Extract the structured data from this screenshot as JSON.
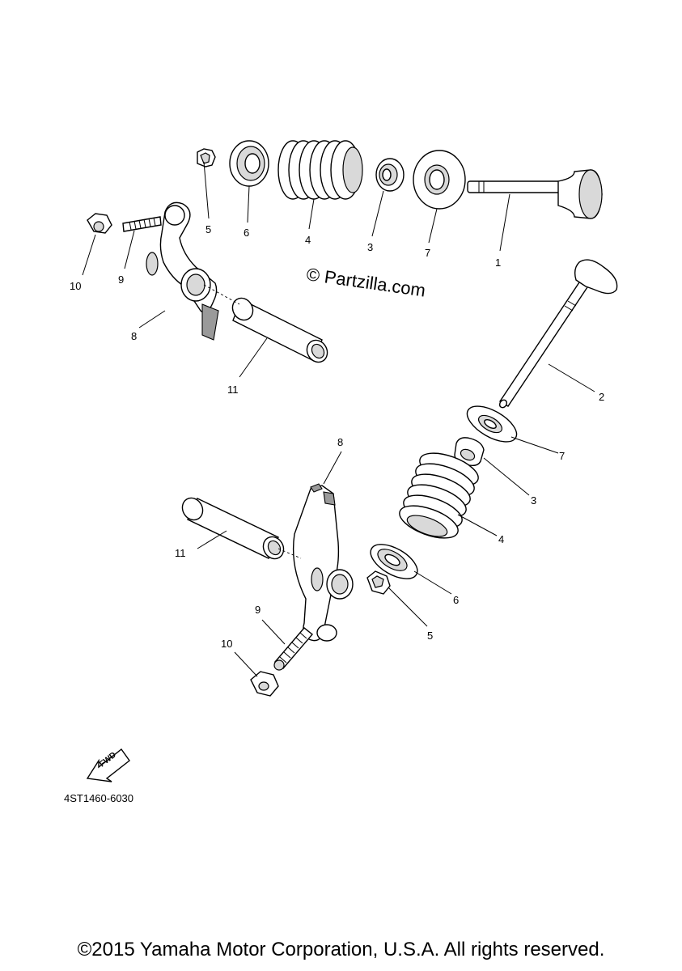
{
  "watermark": "© Partzilla.com",
  "part_code": "4ST1460-6030",
  "fwd_label": "FWD",
  "copyright": "©2015 Yamaha Motor Corporation, U.S.A. All rights reserved.",
  "callouts": {
    "top": {
      "c1": "1",
      "c3": "3",
      "c4": "4",
      "c5": "5",
      "c6": "6",
      "c7": "7",
      "c8": "8",
      "c9": "9",
      "c10": "10",
      "c11": "11"
    },
    "bottom": {
      "c2": "2",
      "c3": "3",
      "c4": "4",
      "c5": "5",
      "c6": "6",
      "c7": "7",
      "c8": "8",
      "c9": "9",
      "c10": "10",
      "c11": "11"
    }
  }
}
